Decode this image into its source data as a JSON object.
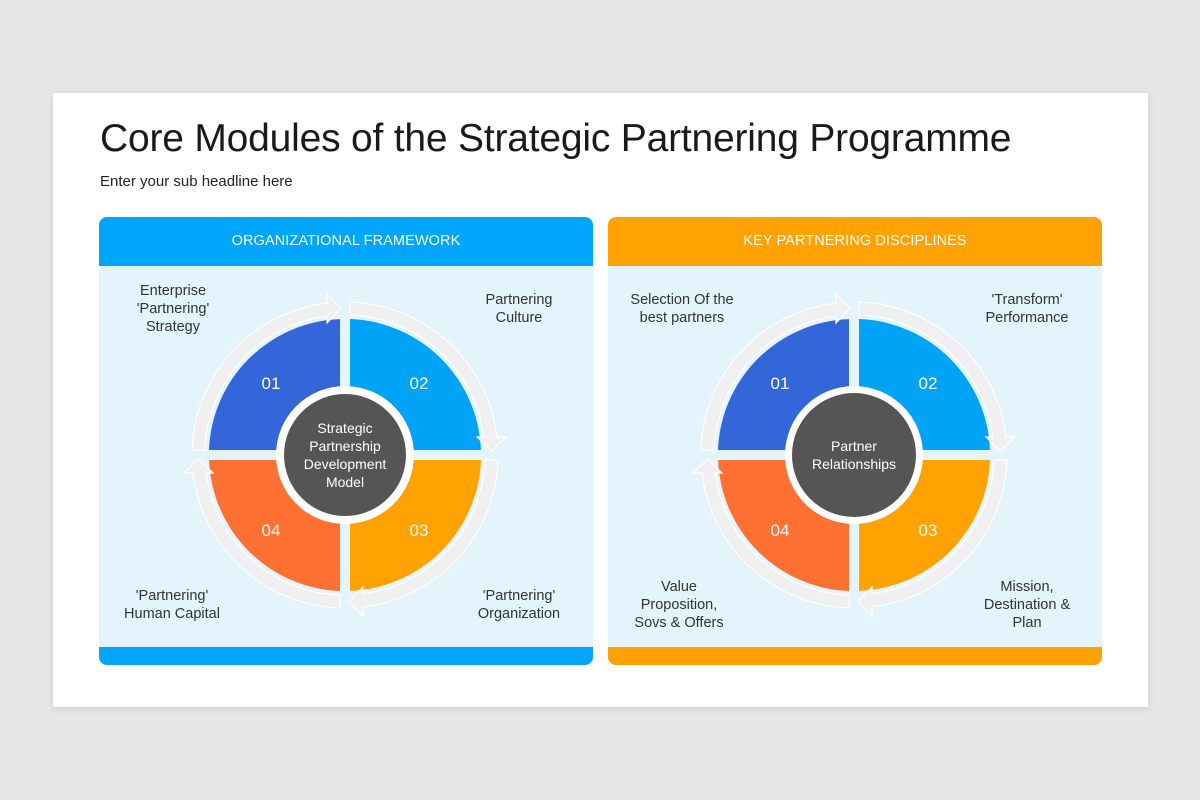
{
  "slide": {
    "title": "Core Modules of the Strategic Partnering Programme",
    "subtitle": "Enter your sub headline here"
  },
  "colors": {
    "q1": "#3366d9",
    "q2": "#00a3f5",
    "q3": "#ffa202",
    "q4": "#ff7033",
    "center": "#555555",
    "arrow": "#f0f0f0",
    "panel_bg": "#e3f4fc",
    "left_accent": "#00a6fb",
    "right_accent": "#ffa202"
  },
  "panels": [
    {
      "header": "ORGANIZATIONAL FRAMEWORK",
      "center_lines": [
        "Strategic",
        "Partnership",
        "Development",
        "Model"
      ],
      "quadrants": [
        {
          "number": "01",
          "label": "Enterprise\n'Partnering'\nStrategy"
        },
        {
          "number": "02",
          "label": "Partnering\nCulture"
        },
        {
          "number": "03",
          "label": "'Partnering'\nOrganization"
        },
        {
          "number": "04",
          "label": "'Partnering'\nHuman Capital"
        }
      ]
    },
    {
      "header": "KEY PARTNERING DISCIPLINES",
      "center_lines": [
        "Partner",
        "Relationships"
      ],
      "quadrants": [
        {
          "number": "01",
          "label": "Selection Of the\nbest partners"
        },
        {
          "number": "02",
          "label": "'Transform'\nPerformance"
        },
        {
          "number": "03",
          "label": "Mission,\nDestination &\nPlan"
        },
        {
          "number": "04",
          "label": "Value\nProposition,\nSovs & Offers"
        }
      ]
    }
  ]
}
